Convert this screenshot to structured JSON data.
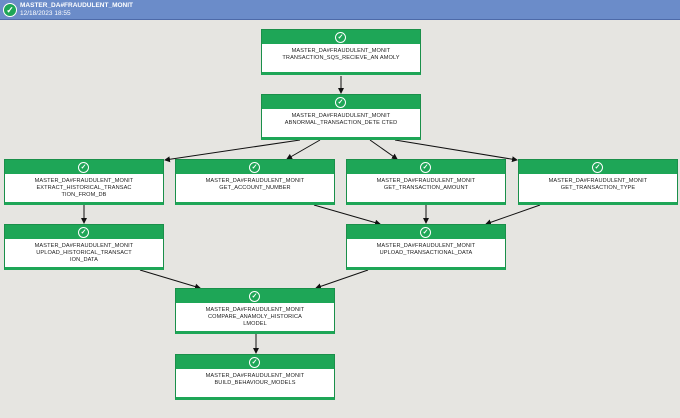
{
  "window": {
    "title": "MASTER_DA#FRAUDULENT_MONIT",
    "timestamp": "12/18/2023 18:55",
    "status_icon": "check-circle-icon",
    "accent_color": "#1ea657"
  },
  "nodes": [
    {
      "line1": "MASTER_DA#FRAUDULENT_MONIT",
      "line2": "TRANSACTION_SQS_RECIEVE_AN AMOLY",
      "status": "success"
    },
    {
      "line1": "MASTER_DA#FRAUDULENT_MONIT",
      "line2": "ABNORMAL_TRANSACTION_DETE CTED",
      "status": "success"
    },
    {
      "line1": "MASTER_DA#FRAUDULENT_MONIT",
      "line2": "EXTRACT_HISTORICAL_TRANSAC TION_FROM_DB",
      "status": "success"
    },
    {
      "line1": "MASTER_DA#FRAUDULENT_MONIT",
      "line2": "GET_ACCOUNT_NUMBER",
      "status": "success"
    },
    {
      "line1": "MASTER_DA#FRAUDULENT_MONIT",
      "line2": "GET_TRANSACTION_AMOUNT",
      "status": "success"
    },
    {
      "line1": "MASTER_DA#FRAUDULENT_MONIT",
      "line2": "GET_TRANSACTION_TYPE",
      "status": "success"
    },
    {
      "line1": "MASTER_DA#FRAUDULENT_MONIT",
      "line2": "UPLOAD_HISTORICAL_TRANSACT ION_DATA",
      "status": "success"
    },
    {
      "line1": "MASTER_DA#FRAUDULENT_MONIT",
      "line2": "UPLOAD_TRANSACTIONAL_DATA",
      "status": "success"
    },
    {
      "line1": "MASTER_DA#FRAUDULENT_MONIT",
      "line2": "COMPARE_ANAMOLY_HISTORICA LMODEL",
      "status": "success"
    },
    {
      "line1": "MASTER_DA#FRAUDULENT_MONIT",
      "line2": "BUILD_BEHAVIOUR_MODELS",
      "status": "success"
    }
  ]
}
